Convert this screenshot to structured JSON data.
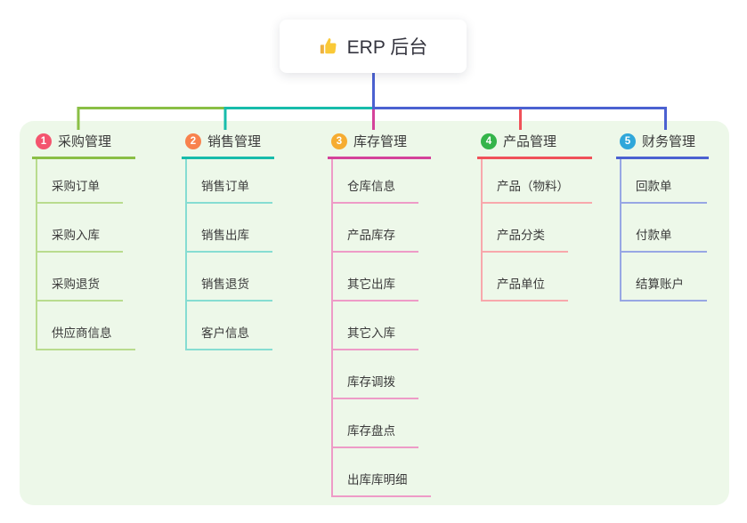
{
  "canvas": {
    "background": "#ffffff",
    "container_color": "#edf8e9",
    "text_color": "#3a3a3a"
  },
  "root": {
    "title": "ERP 后台",
    "icon": "thumbs-up-icon",
    "connector_color": "#4b61d1"
  },
  "branches": [
    {
      "index": "1",
      "label": "采购管理",
      "badge_color": "#f4546e",
      "line_color": "#8abf45",
      "child_line_color": "#b9dc8e",
      "children": [
        "采购订单",
        "采购入库",
        "采购退货",
        "供应商信息"
      ]
    },
    {
      "index": "2",
      "label": "销售管理",
      "badge_color": "#f8824d",
      "line_color": "#17bcab",
      "child_line_color": "#86ddd2",
      "children": [
        "销售订单",
        "销售出库",
        "销售退货",
        "客户信息"
      ]
    },
    {
      "index": "3",
      "label": "库存管理",
      "badge_color": "#f6ac31",
      "line_color": "#d4429a",
      "child_line_color": "#ee9bc7",
      "children": [
        "仓库信息",
        "产品库存",
        "其它出库",
        "其它入库",
        "库存调拨",
        "库存盘点",
        "出库库明细"
      ]
    },
    {
      "index": "4",
      "label": "产品管理",
      "badge_color": "#34b44a",
      "line_color": "#f05159",
      "child_line_color": "#f8a8ac",
      "children": [
        "产品（物料）",
        "产品分类",
        "产品单位"
      ]
    },
    {
      "index": "5",
      "label": "财务管理",
      "badge_color": "#2fa7da",
      "line_color": "#4b61d1",
      "child_line_color": "#98a7e4",
      "children": [
        "回款单",
        "付款单",
        "结算账户"
      ]
    }
  ]
}
